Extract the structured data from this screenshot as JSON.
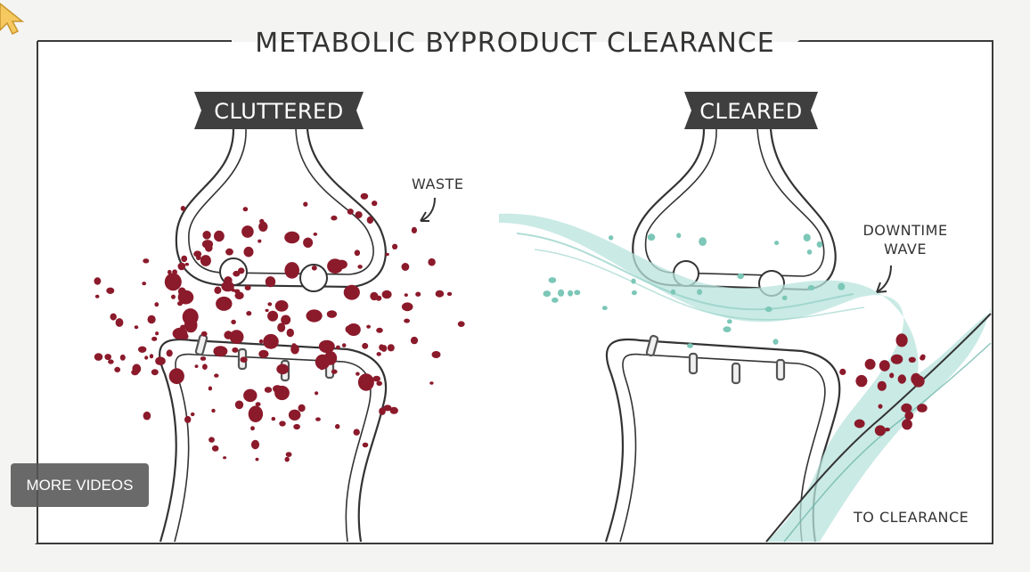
{
  "diagram": {
    "title": "METABOLIC BYPRODUCT CLEARANCE",
    "left_panel": {
      "tag": "CLUTTERED",
      "annotation": "WASTE"
    },
    "right_panel": {
      "tag": "CLEARED",
      "annotation_line1": "DOWNTIME",
      "annotation_line2": "WAVE",
      "outlet_label": "TO CLEARANCE"
    }
  },
  "overlay": {
    "more_videos_label": "MORE VIDEOS"
  },
  "colors": {
    "waste": "#8b1a2b",
    "wave": "#b8e3dc",
    "wave_dot": "#7cc7b8",
    "outline": "#3a3a3a",
    "tag_bg": "#3f3f3f"
  }
}
